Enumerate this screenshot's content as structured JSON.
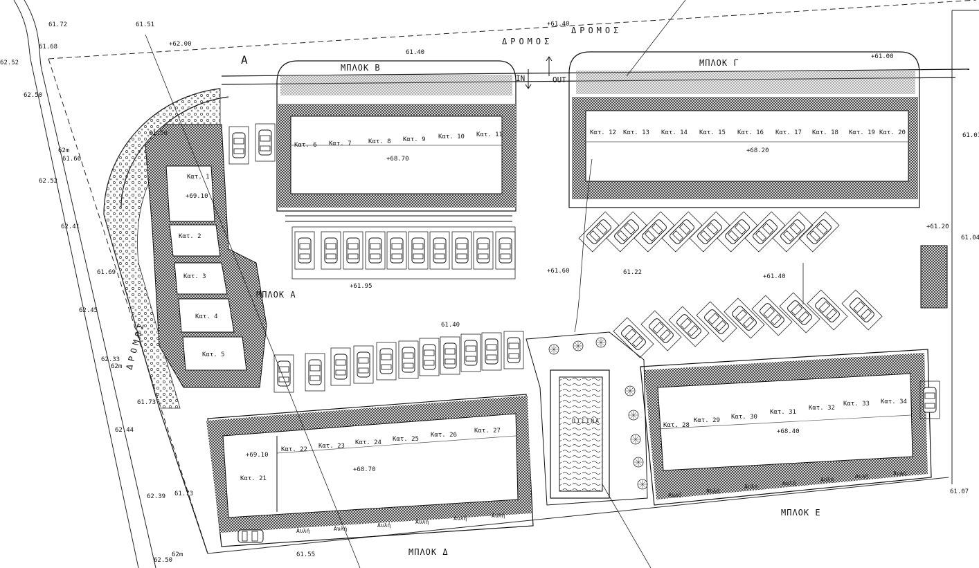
{
  "roads": {
    "top_1": "ΔΡΟΜΟΣ",
    "top_2": "ΔΡΟΜΟΣ",
    "left": "ΔΡΟΜΟΣ"
  },
  "entrance": {
    "in": "IN",
    "out": "OUT"
  },
  "section_marker": "A",
  "blocks": {
    "a": {
      "name": "ΜΠΛΟΚ Α",
      "units": [
        "Κατ. 1",
        "Κατ. 2",
        "Κατ. 3",
        "Κατ. 4",
        "Κατ. 5"
      ],
      "level": "+69.10"
    },
    "b": {
      "name": "ΜΠΛΟΚ Β",
      "units": [
        "Κατ. 6",
        "Κατ. 7",
        "Κατ. 8",
        "Κατ. 9",
        "Κατ. 10",
        "Κατ. 11"
      ],
      "level": "+68.70"
    },
    "g": {
      "name": "ΜΠΛΟΚ Γ",
      "units": [
        "Κατ. 12",
        "Κατ. 13",
        "Κατ. 14",
        "Κατ. 15",
        "Κατ. 16",
        "Κατ. 17",
        "Κατ. 18",
        "Κατ. 19",
        "Κατ. 20"
      ],
      "level": "+68.20"
    },
    "d": {
      "name": "ΜΠΛΟΚ Δ",
      "units": [
        "Κατ. 21",
        "Κατ. 22",
        "Κατ. 23",
        "Κατ. 24",
        "Κατ. 25",
        "Κατ. 26",
        "Κατ. 27"
      ],
      "level": "+68.70",
      "level2": "+69.10"
    },
    "e": {
      "name": "ΜΠΛΟΚ Ε",
      "units": [
        "Κατ. 28",
        "Κατ. 29",
        "Κατ. 30",
        "Κατ. 31",
        "Κατ. 32",
        "Κατ. 33",
        "Κατ. 34"
      ],
      "level": "+68.40"
    }
  },
  "pool": {
    "label": "ΠΙΣΙΝΑ"
  },
  "yard_label": "Αυλή",
  "levels": {
    "p1": "+62.00",
    "p2": "61.40",
    "p3": "+61.40",
    "p4": "+61.60",
    "p5": "+61.00",
    "p6": "61.50",
    "p7": "+61.95",
    "p8": "61.40",
    "p9": "61.22",
    "p10": "+61.40",
    "p11": "61.01",
    "p12": "+61.20",
    "p13": "61.04",
    "p14": "61.07",
    "p15": "61.55"
  },
  "edge_levels": [
    "61.72",
    "61.68",
    "61.51",
    "62.52",
    "62.50",
    "61.66",
    "62.52",
    "62.41",
    "61.69",
    "62.45",
    "62.33",
    "62m",
    "61.73",
    "62.44",
    "62.39",
    "61.73",
    "62.50",
    "62m",
    "62m"
  ]
}
